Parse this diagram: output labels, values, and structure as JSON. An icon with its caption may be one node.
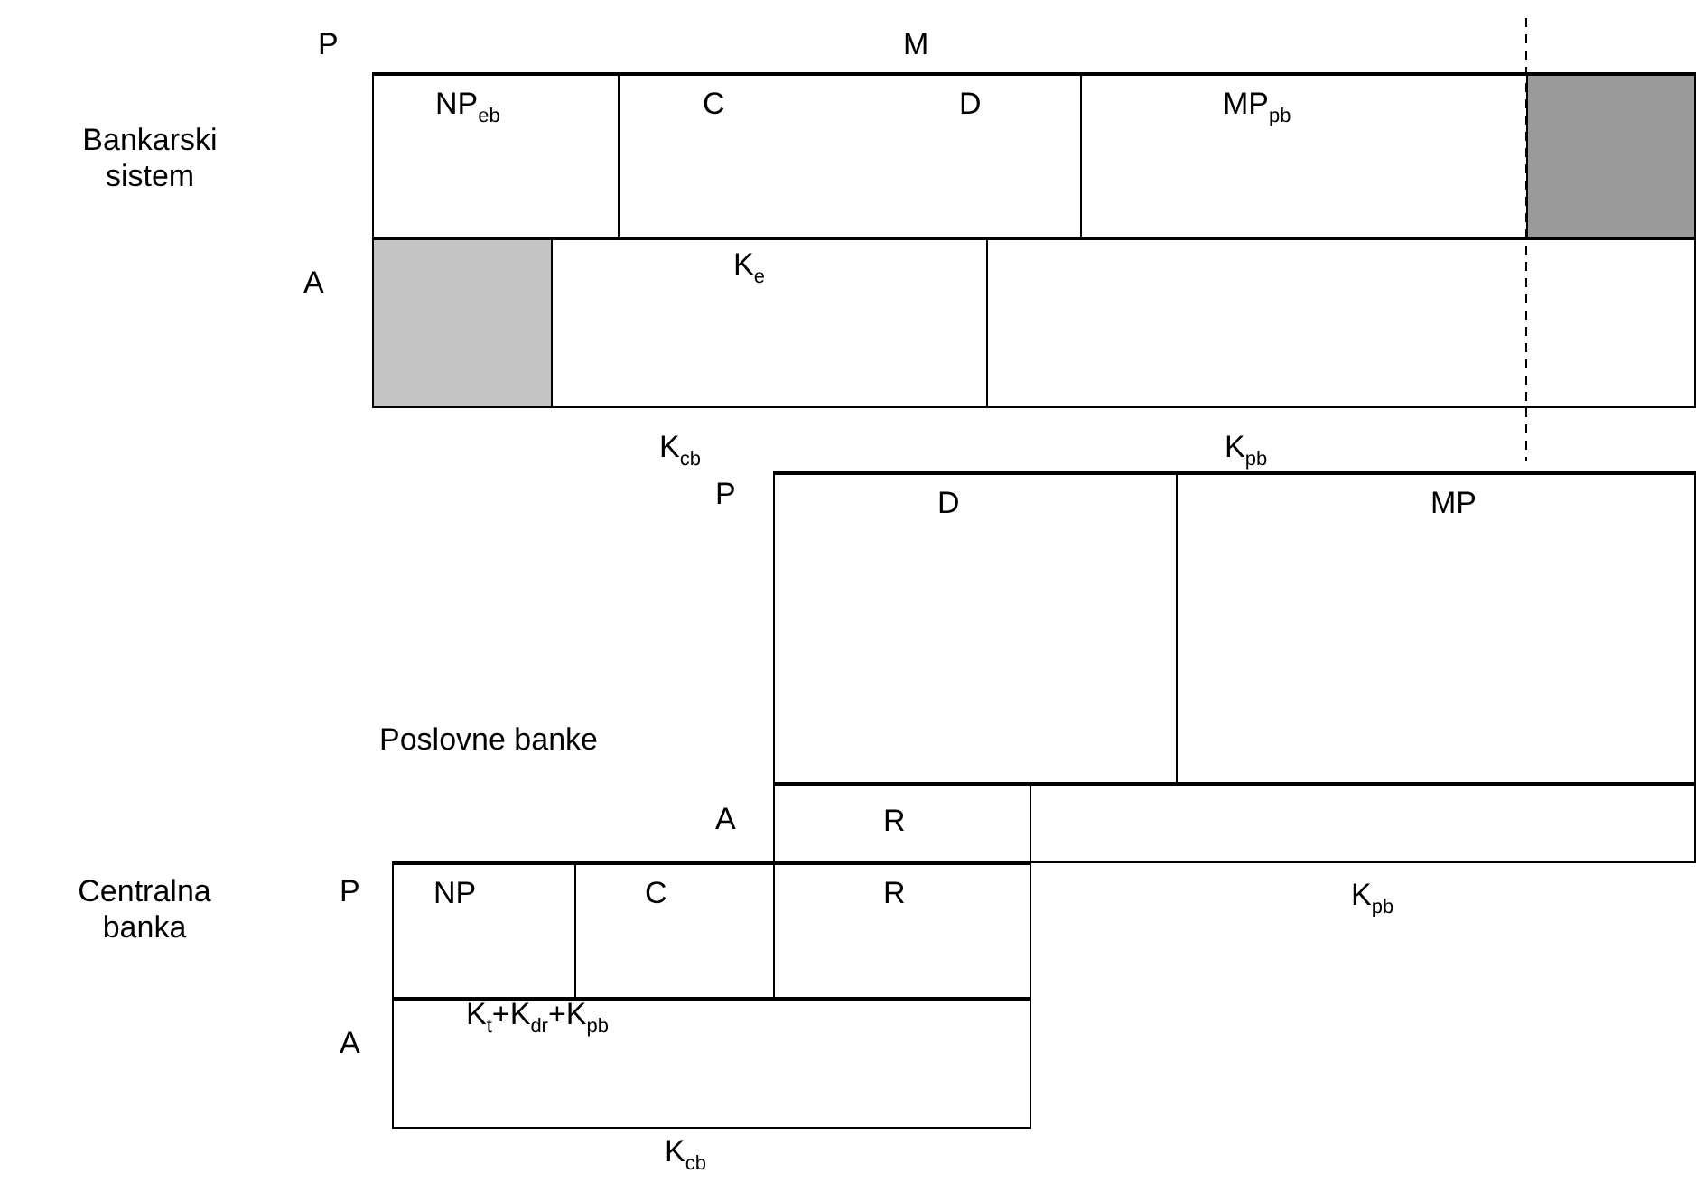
{
  "diagram": {
    "nodes": [
      {
        "text": [
          "NP$_{eb}$"
        ]
      },
      {
        "text": [
          "C",
          "D"
        ]
      },
      {
        "text": [
          "MP$_{pb}$"
        ]
      },
      {
        "text": [],
        "shape": "box"
      },
      {
        "text": [],
        "shape": "box"
      },
      {
        "text": [
          "K$_{e}$"
        ]
      },
      {
        "text": [],
        "shape": "box"
      },
      {
        "text": [
          "D"
        ]
      },
      {
        "text": [
          "MP"
        ]
      },
      {
        "text": [
          "R"
        ]
      },
      {
        "text": [],
        "shape": "box"
      },
      {
        "text": [
          "NP"
        ]
      },
      {
        "text": [
          "C"
        ]
      },
      {
        "text": [
          "R"
        ]
      },
      {
        "text": [
          "K$_{t}$+K$_{dr}$+K$_{pb}$"
        ]
      }
    ],
    "labels": [
      "P",
      "M",
      "Bankarski sistem",
      "A",
      "K$_{cb}$",
      "K$_{pb}$",
      "P",
      "Poslovne banke",
      "A",
      "Centralna banka",
      "P",
      "K$_{pb}$",
      "A",
      "K$_{cb}$"
    ]
  }
}
